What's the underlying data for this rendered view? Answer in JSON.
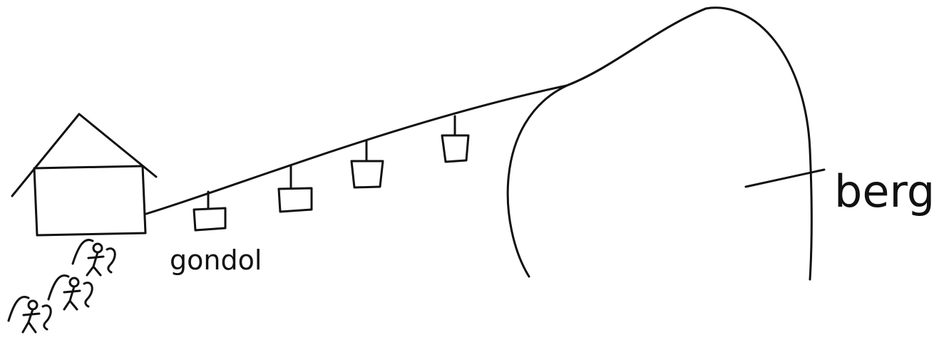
{
  "labels": {
    "gondola": "gondol",
    "mountain": "berg"
  },
  "colors": {
    "background": "#ffffff",
    "ink": "#111111"
  },
  "drawing": {
    "gondola_count": 4,
    "people_count": 3
  }
}
